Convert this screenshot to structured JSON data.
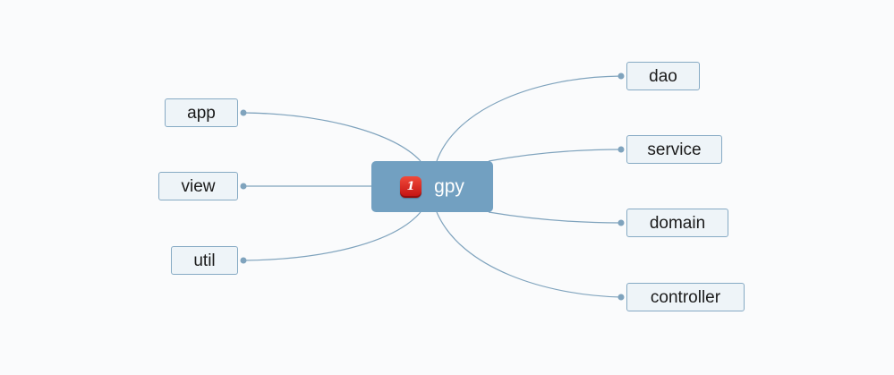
{
  "mindmap": {
    "central_topic": {
      "label": "gpy",
      "marker": {
        "icon": "priority-1-icon",
        "text": "1",
        "color": "#d81e14"
      },
      "color": "#72a0c1"
    },
    "right_topics": [
      {
        "label": "dao"
      },
      {
        "label": "service"
      },
      {
        "label": "domain"
      },
      {
        "label": "controller"
      }
    ],
    "left_topics": [
      {
        "label": "app"
      },
      {
        "label": "view"
      },
      {
        "label": "util"
      }
    ],
    "colors": {
      "background": "#fafbfc",
      "connector": "#7fa3bd",
      "topic_fill": "#eef4f8",
      "topic_border": "#86aac4"
    }
  }
}
